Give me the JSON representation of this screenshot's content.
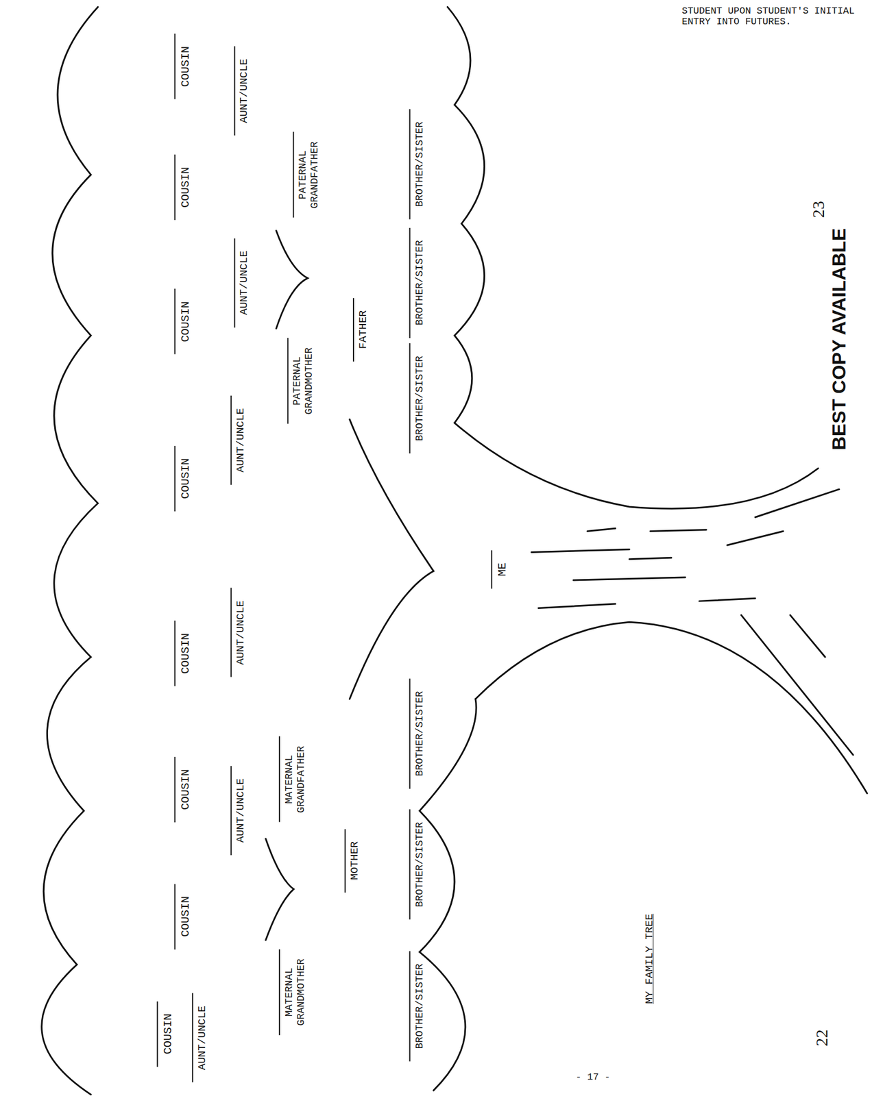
{
  "diagram": {
    "title": "MY FAMILY TREE",
    "labels": [
      "STUDENT UPON STUDENT'S INITIAL ENTRY INTO FUTURES.",
      "COUSIN",
      "COUSIN",
      "COUSIN",
      "COUSIN",
      "COUSIN",
      "COUSIN",
      "COUSIN",
      "COUSIN",
      "AUNT/UNCLE",
      "AUNT/UNCLE",
      "AUNT/UNCLE",
      "AUNT/UNCLE",
      "AUNT/UNCLE",
      "AUNT/UNCLE",
      "MATERNAL GRANDMOTHER",
      "MATERNAL GRANDFATHER",
      "PATERNAL GRANDMOTHER",
      "PATERNAL GRANDFATHER",
      "MOTHER",
      "FATHER",
      "BROTHER/SISTER",
      "BROTHER/SISTER",
      "BROTHER/SISTER",
      "BROTHER/SISTER",
      "BROTHER/SISTER",
      "BROTHER/SISTER",
      "ME",
      "- 17 -",
      "22",
      "23",
      "BEST COPY AVAILABLE"
    ]
  }
}
